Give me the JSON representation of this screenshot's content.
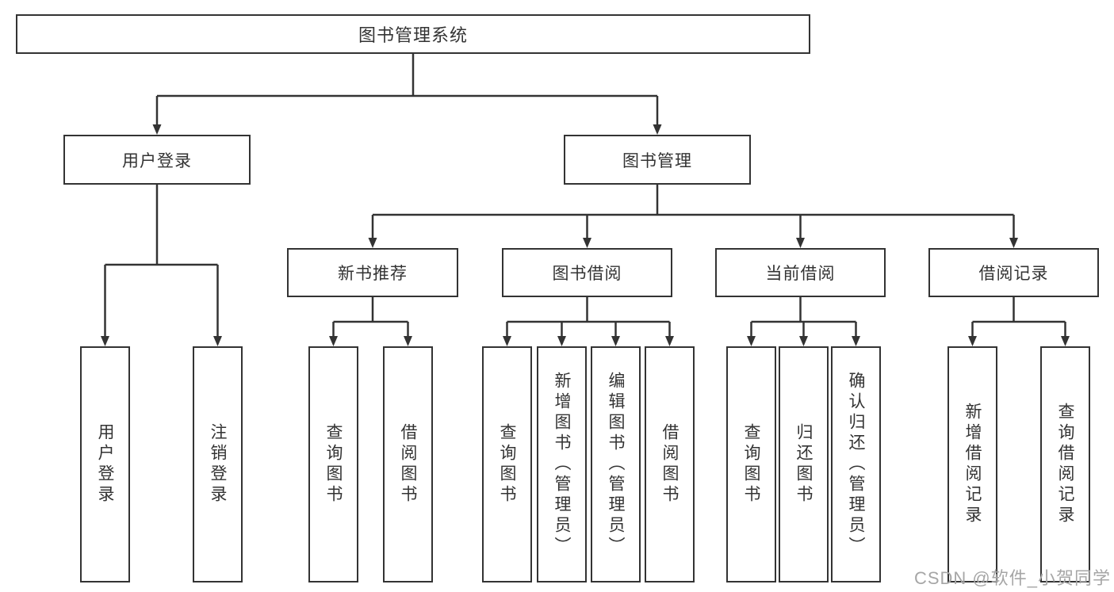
{
  "tree": {
    "label": "图书管理系统",
    "children": [
      {
        "label": "用户登录",
        "children": [
          {
            "label": "用户登录"
          },
          {
            "label": "注销登录"
          }
        ]
      },
      {
        "label": "图书管理",
        "children": [
          {
            "label": "新书推荐",
            "children": [
              {
                "label": "查询图书"
              },
              {
                "label": "借阅图书"
              }
            ]
          },
          {
            "label": "图书借阅",
            "children": [
              {
                "label": "查询图书"
              },
              {
                "label": "新增图书（管理员）"
              },
              {
                "label": "编辑图书（管理员）"
              },
              {
                "label": "借阅图书"
              }
            ]
          },
          {
            "label": "当前借阅",
            "children": [
              {
                "label": "查询图书"
              },
              {
                "label": "归还图书"
              },
              {
                "label": "确认归还（管理员）"
              }
            ]
          },
          {
            "label": "借阅记录",
            "children": [
              {
                "label": "新增借阅记录"
              },
              {
                "label": "查询借阅记录"
              }
            ]
          }
        ]
      }
    ]
  },
  "watermark": {
    "text": "CSDN @软件_小贺同学"
  },
  "colors": {
    "line": "#333333",
    "box-fill": "#ffffff",
    "text": "#333333",
    "watermark": "#a6a6a6",
    "bg": "#ffffff"
  }
}
